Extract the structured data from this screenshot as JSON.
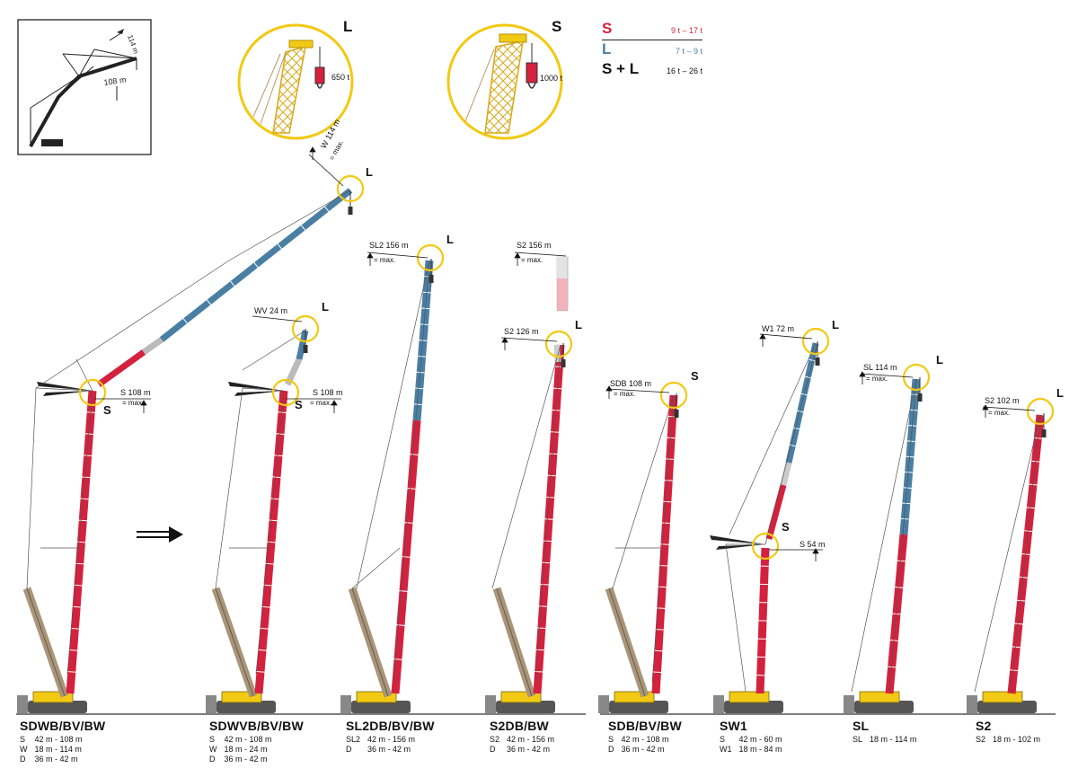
{
  "legend": {
    "rows": [
      {
        "key": "S",
        "value": "9 t  –  17 t",
        "color": "#d4213d"
      },
      {
        "key": "L",
        "value": "7 t  –   9 t",
        "color": "#4a7fa4"
      },
      {
        "key": "S + L",
        "value": "16 t  –  26 t",
        "color": "#111111"
      }
    ]
  },
  "colors": {
    "S": "#d4213d",
    "L": "#4a7fa4",
    "highlight": "#f2c913",
    "lattice": "#a8957a"
  },
  "overview": {
    "dim_top": "114 m",
    "dim_mid": "108 m"
  },
  "details": [
    {
      "letter": "L",
      "load": "650 t"
    },
    {
      "letter": "S",
      "load": "1000 t"
    }
  ],
  "callouts": {
    "c1_w": "W 114 m",
    "c1_w_max": "= max.",
    "c1_l": "L",
    "c1_s": "S 108 m",
    "c1_s_max": "= max.",
    "c1_sl": "S",
    "c2_wv": "WV 24 m",
    "c2_l": "L",
    "c2_s": "S 108 m",
    "c2_s_max": "= max.",
    "c2_sl": "S",
    "c3_sl2": "SL2 156 m",
    "c3_max": "= max.",
    "c3_l": "L",
    "c4_s2a": "S2 156 m",
    "c4_maxa": "= max.",
    "c4_s2b": "S2 126 m",
    "c4_l": "L",
    "c5_sdb": "SDB 108 m",
    "c5_max": "= max.",
    "c5_s": "S",
    "c6_w1": "W1 72 m",
    "c6_l": "L",
    "c6_s": "S",
    "c6_s54": "S 54 m",
    "c7_sl": "SL 114 m",
    "c7_max": "= max.",
    "c7_l": "L",
    "c8_s2": "S2 102 m",
    "c8_max": "= max.",
    "c8_l": "L"
  },
  "configs": [
    {
      "title": "SDWB/BV/BW",
      "rows": [
        [
          "S",
          "42 m - 108 m"
        ],
        [
          "W",
          "18 m - 114 m"
        ],
        [
          "D",
          "36 m - 42 m"
        ]
      ]
    },
    {
      "title": "SDWVB/BV/BW",
      "rows": [
        [
          "S",
          "42 m - 108 m"
        ],
        [
          "W",
          "18 m - 24 m"
        ],
        [
          "D",
          "36 m - 42 m"
        ]
      ]
    },
    {
      "title": "SL2DB/BV/BW",
      "rows": [
        [
          "SL2",
          "42 m - 156 m"
        ],
        [
          "D",
          "36 m - 42 m"
        ]
      ]
    },
    {
      "title": "S2DB/BW",
      "rows": [
        [
          "S2",
          "42 m - 156 m"
        ],
        [
          "D",
          "36 m - 42 m"
        ]
      ]
    },
    {
      "title": "SDB/BV/BW",
      "rows": [
        [
          "S",
          "42 m - 108 m"
        ],
        [
          "D",
          "36 m - 42 m"
        ]
      ]
    },
    {
      "title": "SW1",
      "rows": [
        [
          "S",
          "42 m - 60 m"
        ],
        [
          "W1",
          "18 m - 84 m"
        ]
      ]
    },
    {
      "title": "SL",
      "rows": [
        [
          "SL",
          "18 m - 114 m"
        ]
      ]
    },
    {
      "title": "S2",
      "rows": [
        [
          "S2",
          "18 m - 102 m"
        ]
      ]
    }
  ]
}
